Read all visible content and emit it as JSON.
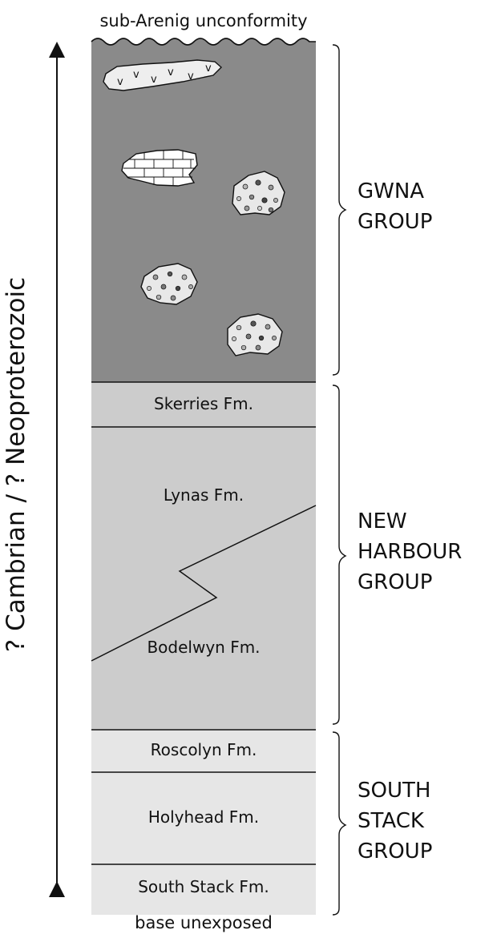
{
  "diagram": {
    "top_boundary": "sub-Arenig unconformity",
    "bottom_boundary": "base unexposed",
    "age_label": "? Cambrian / ? Neoproterozoic",
    "formations": [
      "Skerries Fm.",
      "Lynas Fm.",
      "Bodelwyn Fm.",
      "Roscolyn Fm.",
      "Holyhead Fm.",
      "South Stack Fm."
    ],
    "groups": [
      {
        "lines": [
          "GWNA",
          "GROUP"
        ]
      },
      {
        "lines": [
          "NEW",
          "HARBOUR",
          "GROUP"
        ]
      },
      {
        "lines": [
          "SOUTH",
          "STACK",
          "GROUP"
        ]
      }
    ],
    "colors": {
      "gwna_fill": "#8a8a8a",
      "new_harbour_fill": "#cccccc",
      "south_stack_fill": "#e6e6e6",
      "line": "#111111"
    }
  }
}
